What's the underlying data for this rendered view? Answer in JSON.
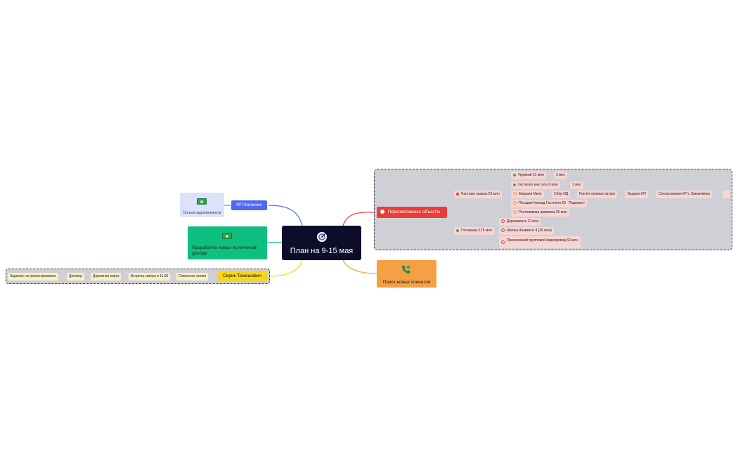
{
  "center": {
    "title": "План на 9-15 мая",
    "icon": "target-icon"
  },
  "left": {
    "kalinin": {
      "label": "ИП Калинин",
      "child": "Оплата задолженности",
      "child_icon": "money-icon"
    },
    "income": {
      "label": "Проработка новых источников дохода",
      "icon": "money-icon"
    },
    "serik": {
      "label": "Серик Темешович",
      "items": [
        "Задание на проектирование",
        "Договор",
        "Дорожная карта",
        "Встреча  завтра в 11:00",
        "Семенная линия"
      ]
    }
  },
  "right": {
    "prospects": {
      "label": "Перспективные объекты",
      "private": {
        "label": "Частные заказы  53 млн",
        "items": [
          {
            "label": "Урумкай 21 млн",
            "next": [
              "3 мес"
            ]
          },
          {
            "label": "Гастелло енк сети 6 млн",
            "next": [
              "1 мес"
            ]
          },
          {
            "label": "Евразия Милк",
            "next": [
              "Сбор ИД",
              "Расчет прямых затрат",
              "Выдача  КП",
              "Согласование КП с Заказчиком",
              ""
            ]
          },
          {
            "label": "Посадки Канкад Гастелло 20",
            "next": [
              "Подгема I"
            ]
          },
          {
            "label": "Ростопимаш привязка 26 млн",
            "next": []
          }
        ]
      },
      "gov": {
        "label": "Госзаказы 176 млн",
        "items": [
          {
            "label": "Державинск  12 млн"
          },
          {
            "label": "Школы Шымкент 4 (26 млн)"
          },
          {
            "label": "Пресновский групповой водопровод 60 млн"
          }
        ]
      }
    },
    "clients": {
      "label": "Поиск новых клиентов",
      "icon": "phone-icon"
    }
  },
  "colors": {
    "center": "#0d0d2b",
    "blue": "#4f68f4",
    "green": "#0fbf7f",
    "yellow": "#f6d51b",
    "red": "#ea3d3a",
    "orange": "#f4a043",
    "frame": "#cfd0d6"
  }
}
